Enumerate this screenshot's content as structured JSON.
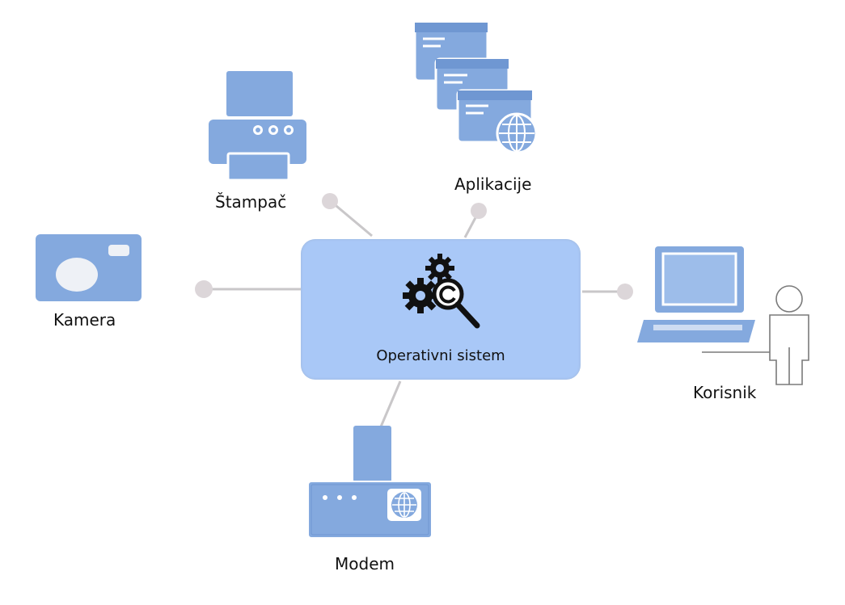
{
  "diagram": {
    "center": {
      "label": "Operativni sistem",
      "icon": "gears-magnifier-icon"
    },
    "nodes": [
      {
        "id": "printer",
        "label": "Štampač",
        "icon": "printer-icon"
      },
      {
        "id": "apps",
        "label": "Aplikacije",
        "icon": "app-windows-icon"
      },
      {
        "id": "camera",
        "label": "Kamera",
        "icon": "camera-icon"
      },
      {
        "id": "user",
        "label": "Korisnik",
        "icon": "laptop-user-icon"
      },
      {
        "id": "modem",
        "label": "Modem",
        "icon": "modem-icon"
      }
    ],
    "colors": {
      "device": "#84a9de",
      "center": "#a9c8f7",
      "connector": "#d9d3d6",
      "line": "#c8c6c8"
    }
  }
}
